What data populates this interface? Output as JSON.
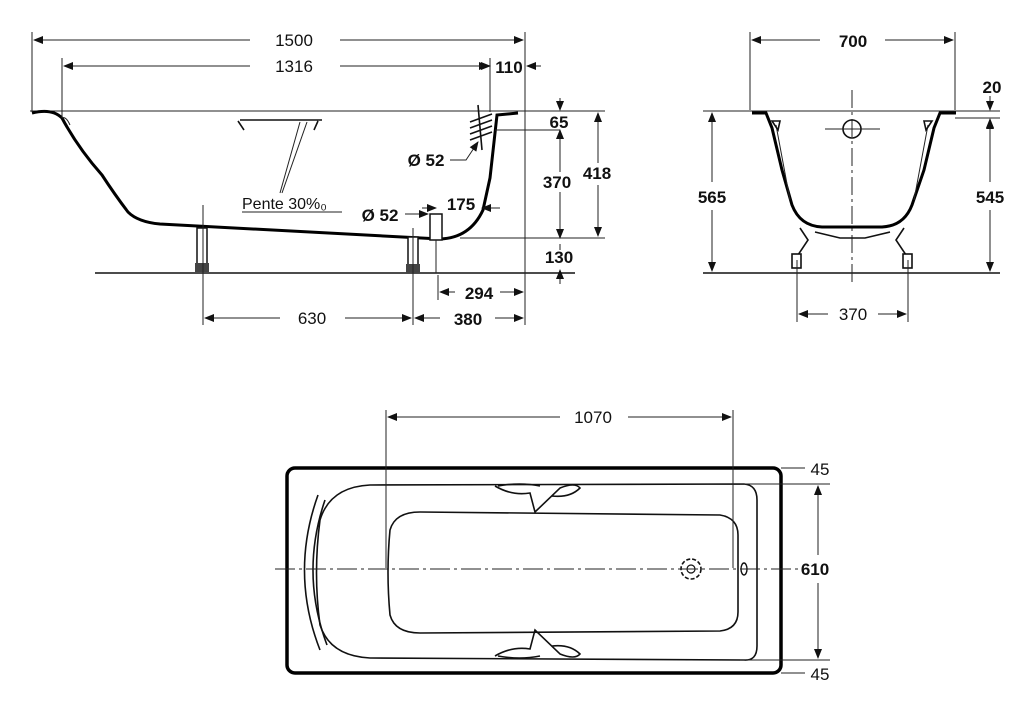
{
  "side_view": {
    "dim_1500": "1500",
    "dim_1316": "1316",
    "dim_110": "110",
    "dim_65": "65",
    "dim_418": "418",
    "dim_370": "370",
    "dim_130": "130",
    "dim_175": "175",
    "dim_294": "294",
    "dim_630": "630",
    "dim_380": "380",
    "drain_dia_1": "Ø 52",
    "drain_dia_2": "Ø 52",
    "slope_note": "Pente 30%₀"
  },
  "end_view": {
    "dim_700": "700",
    "dim_20": "20",
    "dim_565": "565",
    "dim_545": "545",
    "dim_370": "370"
  },
  "top_view": {
    "dim_1070": "1070",
    "dim_45_top": "45",
    "dim_610": "610",
    "dim_45_bottom": "45"
  }
}
